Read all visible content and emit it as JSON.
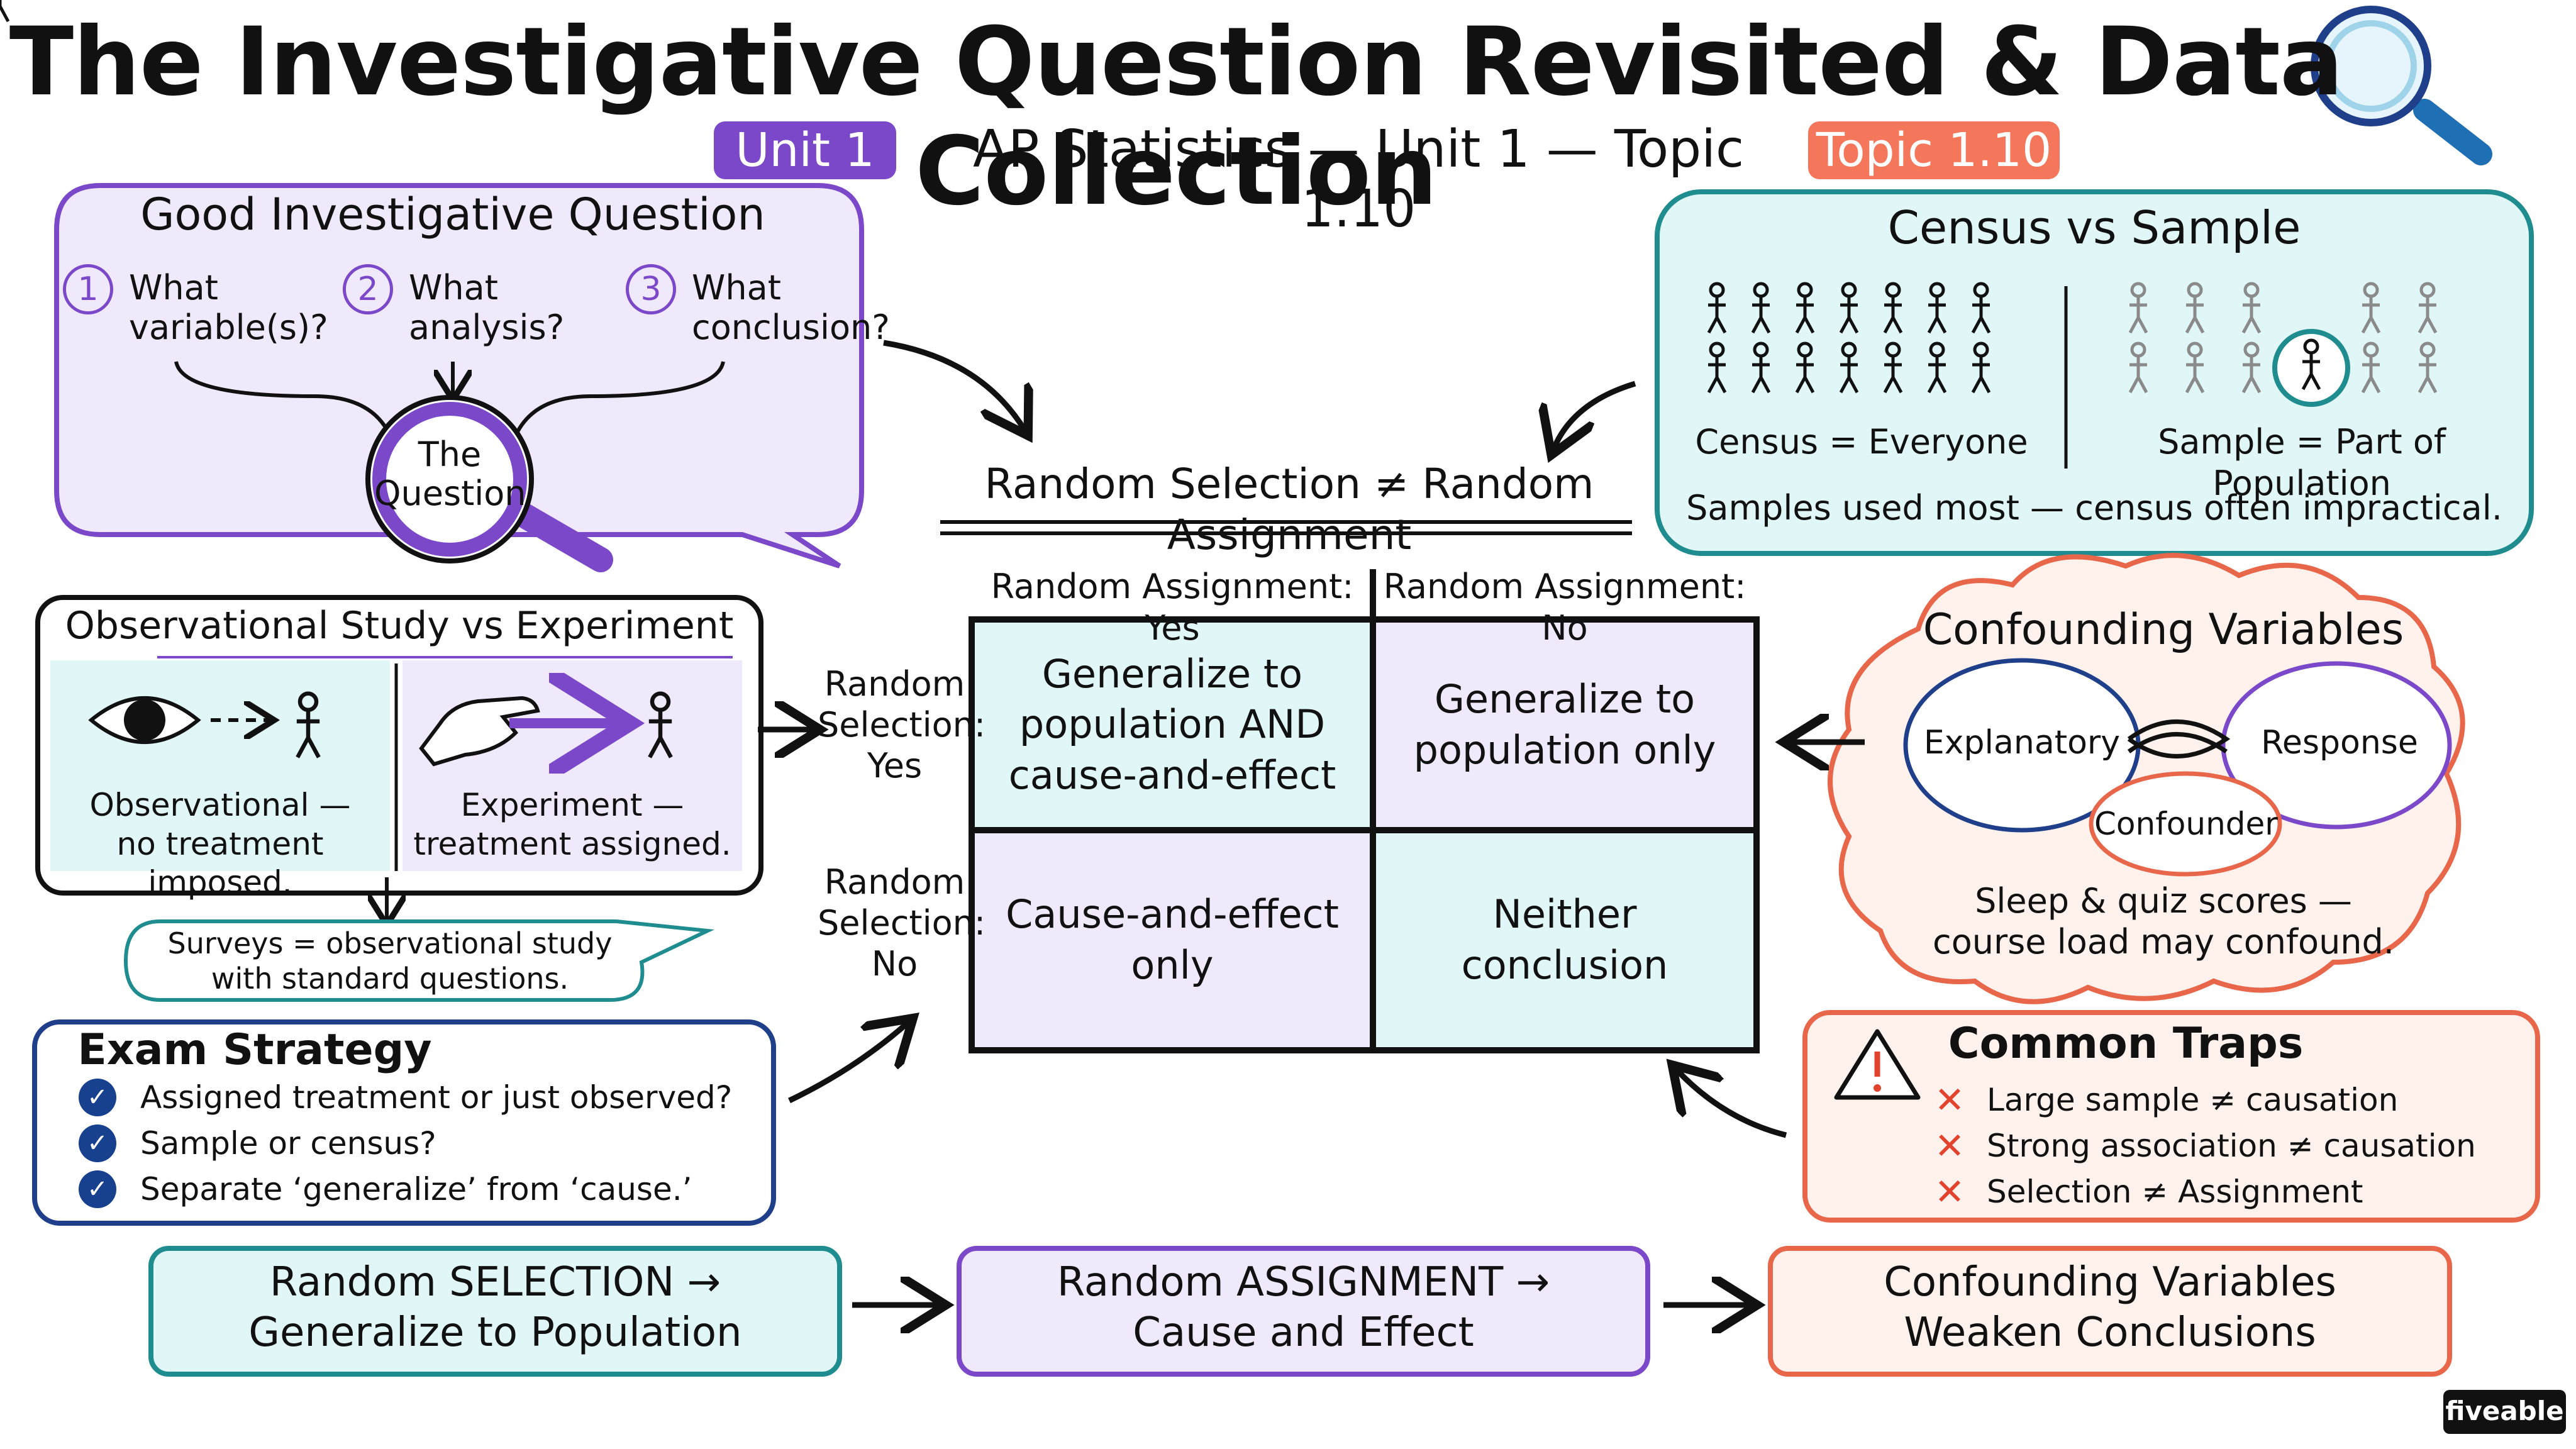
{
  "header": {
    "title": "The Investigative Question Revisited & Data Collection",
    "unit_pill": "Unit 1",
    "subtitle": "AP Statistics — Unit 1 — Topic 1.10",
    "topic_pill": "Topic 1.10"
  },
  "investigative": {
    "title": "Good Investigative Question",
    "items": [
      {
        "num": "1",
        "line1": "What",
        "line2": "variable(s)?"
      },
      {
        "num": "2",
        "line1": "What",
        "line2": "analysis?"
      },
      {
        "num": "3",
        "line1": "What",
        "line2": "conclusion?"
      }
    ],
    "lens_line1": "The",
    "lens_line2": "Question"
  },
  "census": {
    "title": "Census vs Sample",
    "census_label": "Census = Everyone",
    "sample_label": "Sample = Part of Population",
    "note": "Samples used most — census often impractical."
  },
  "grid": {
    "header": "Random Selection ≠ Random Assignment",
    "col_yes": "Random Assignment: Yes",
    "col_no": "Random Assignment: No",
    "row_yes": [
      "Random",
      "Selection:",
      "Yes"
    ],
    "row_no": [
      "Random",
      "Selection:",
      "No"
    ],
    "cells": {
      "yes_yes": [
        "Generalize to",
        "population AND",
        "cause-and-effect"
      ],
      "yes_no": [
        "Generalize to",
        "population only"
      ],
      "no_yes": [
        "Cause-and-effect",
        "only"
      ],
      "no_no": [
        "Neither",
        "conclusion"
      ]
    }
  },
  "observational": {
    "title": "Observational Study vs Experiment",
    "left_label1": "Observational —",
    "left_label2": "no treatment imposed.",
    "right_label1": "Experiment —",
    "right_label2": "treatment assigned.",
    "survey_line1": "Surveys = observational study",
    "survey_line2": "with standard questions."
  },
  "confounding": {
    "title": "Confounding Variables",
    "explanatory": "Explanatory",
    "response": "Response",
    "confounder": "Confounder",
    "example1": "Sleep & quiz scores —",
    "example2": "course load may confound."
  },
  "exam": {
    "title": "Exam Strategy",
    "items": [
      "Assigned treatment or just observed?",
      "Sample or census?",
      "Separate ‘generalize’ from ‘cause.’"
    ]
  },
  "traps": {
    "title": "Common Traps",
    "items": [
      "Large sample ≠ causation",
      "Strong association ≠ causation",
      "Selection ≠ Assignment"
    ]
  },
  "summary": {
    "box1_line1": "Random SELECTION →",
    "box1_line2": "Generalize to Population",
    "box2_line1": "Random ASSIGNMENT →",
    "box2_line2": "Cause and Effect",
    "box3_line1": "Confounding Variables",
    "box3_line2": "Weaken Conclusions"
  },
  "brand": "fiveable",
  "colors": {
    "purple": "#7a48c8",
    "purple_fill": "#efe9fb",
    "teal": "#1f8c8f",
    "teal_fill": "#e1f6f6",
    "coral": "#e8674b",
    "coral_fill": "#fff2ed",
    "navy": "#1f3f8a",
    "ink": "#111111"
  }
}
